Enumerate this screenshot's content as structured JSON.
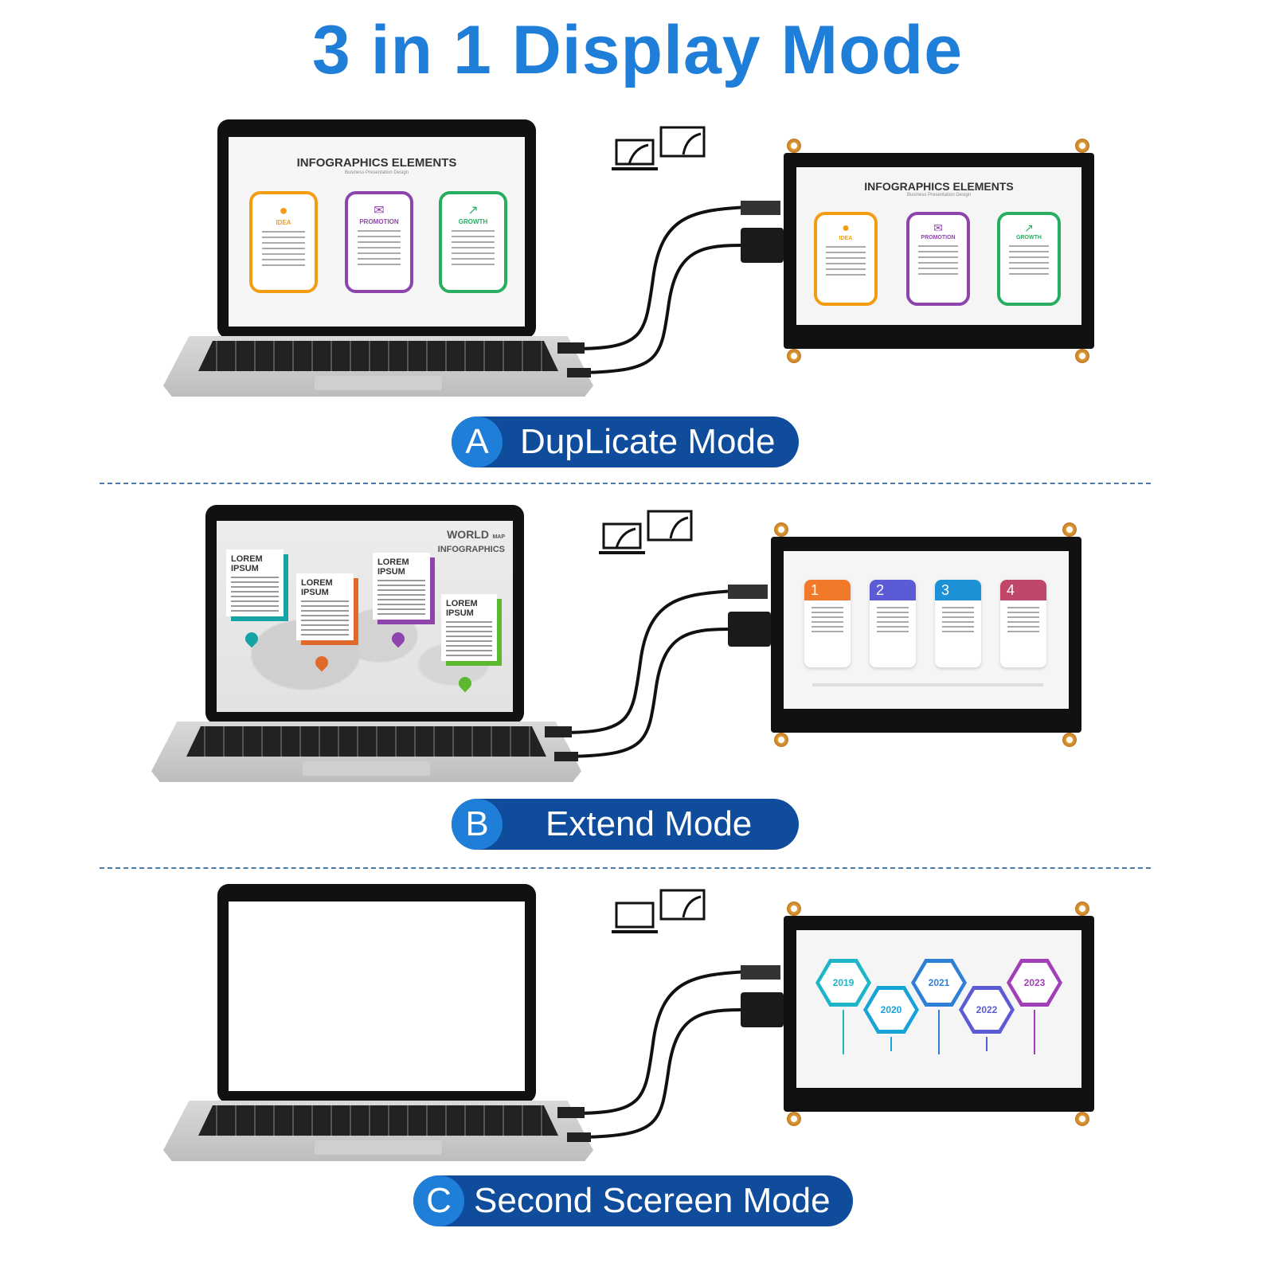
{
  "title": "3 in 1 Display Mode",
  "colors": {
    "title": "#1f7fd8",
    "badge": "#0f4c9c",
    "badge_letter": "#1f7fd8",
    "divider": "#4a7aa8",
    "idea": "#f39c12",
    "promotion": "#8e44ad",
    "growth": "#27ae60"
  },
  "modes": [
    {
      "letter": "A",
      "label": "DupLicate Mode"
    },
    {
      "letter": "B",
      "label": "Extend Mode"
    },
    {
      "letter": "C",
      "label": "Second Scereen Mode"
    }
  ],
  "duplicate_screen": {
    "title": "INFOGRAPHICS ELEMENTS",
    "subtitle": "Business Presentation Design",
    "cards": [
      {
        "name": "IDEA",
        "icon": "lightbulb-icon"
      },
      {
        "name": "PROMOTION",
        "icon": "envelope-icon"
      },
      {
        "name": "GROWTH",
        "icon": "chart-arrow-icon"
      }
    ]
  },
  "extend_laptop_screen": {
    "title_line1": "WORLD",
    "title_small": "MAP",
    "title_line2": "INFOGRAPHICS",
    "flags": [
      {
        "line1": "LOREM",
        "line2": "IPSUM"
      },
      {
        "line1": "LOREM",
        "line2": "IPSUM"
      },
      {
        "line1": "LOREM",
        "line2": "IPSUM"
      },
      {
        "line1": "LOREM",
        "line2": "IPSUM"
      }
    ]
  },
  "extend_monitor_screen": {
    "steps": [
      "1",
      "2",
      "3",
      "4"
    ]
  },
  "second_monitor_screen": {
    "years": [
      "2019",
      "2020",
      "2021",
      "2022",
      "2023"
    ]
  }
}
